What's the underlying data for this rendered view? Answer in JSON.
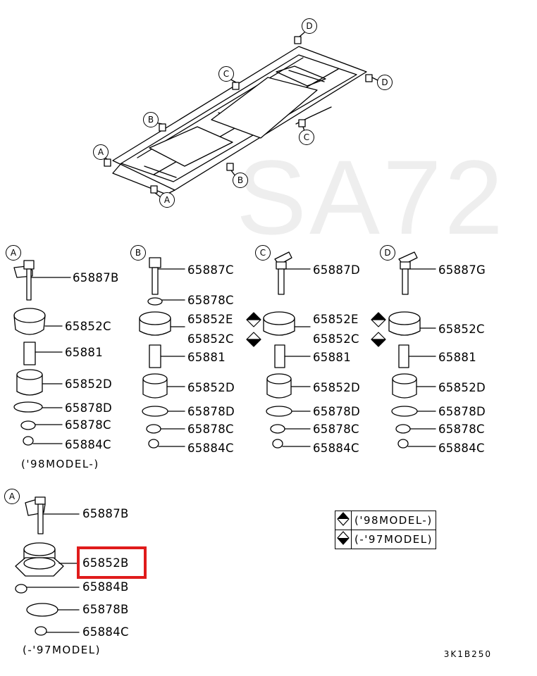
{
  "watermark": "SA72",
  "frame_callouts": {
    "d_top": "D",
    "d_right": "D",
    "c_left": "C",
    "c_right": "C",
    "b_left": "B",
    "b_bottom": "B",
    "a_left": "A",
    "a_bottom": "A"
  },
  "groups": {
    "a": {
      "label": "A",
      "parts": [
        "65887B",
        "65852C",
        "65881",
        "65852D",
        "65878D",
        "65878C",
        "65884C"
      ],
      "note": "('98MODEL-)"
    },
    "b": {
      "label": "B",
      "parts": [
        "65887C",
        "65878C",
        "65852E",
        "65852C",
        "65881",
        "65852D",
        "65878D",
        "65878C",
        "65884C"
      ]
    },
    "c": {
      "label": "C",
      "parts": [
        "65887D",
        "65852E",
        "65852C",
        "65881",
        "65852D",
        "65878D",
        "65878C",
        "65884C"
      ]
    },
    "d": {
      "label": "D",
      "parts": [
        "65887G",
        "65852C",
        "65881",
        "65852D",
        "65878D",
        "65878C",
        "65884C"
      ]
    },
    "a97": {
      "label": "A",
      "parts": [
        "65887B",
        "65852B",
        "65884B",
        "65878B",
        "65884C"
      ],
      "note": "(-'97MODEL)"
    }
  },
  "highlighted_part": "65852B",
  "legend": [
    {
      "symbol": "diamond-top-filled",
      "text": "('98MODEL-)"
    },
    {
      "symbol": "diamond-bottom-filled",
      "text": "(-'97MODEL)"
    }
  ],
  "diagram_code": "3K1B250"
}
